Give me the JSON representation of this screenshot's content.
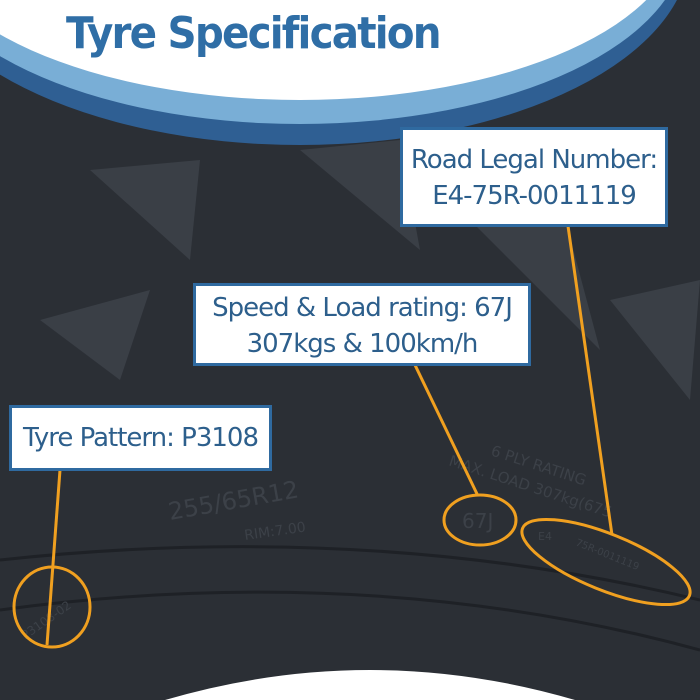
{
  "header": {
    "title": "Tyre Specification"
  },
  "callouts": {
    "road_legal": {
      "line1": "Road Legal Number:",
      "line2": "E4-75R-0011119"
    },
    "speed_load": {
      "line1": "Speed & Load rating: 67J",
      "line2": "307kgs & 100km/h"
    },
    "pattern": {
      "line1": "Tyre Pattern: P3108"
    }
  },
  "tyre_markings": {
    "size": "255/65R12",
    "rim": "RIM:7.00",
    "ply": "6 PLY RATING",
    "max_load": "MAX. LOAD 307kg(675",
    "speed_code": "67J",
    "e_mark": "E4",
    "approval": "75R-0011119",
    "pattern_code": "P3108-02"
  },
  "colors": {
    "title": "#2f6ea6",
    "band_dark": "#2f5f93",
    "band_light": "#79aed6",
    "callout_line": "#f0a020",
    "tyre": "#2b2f35"
  }
}
